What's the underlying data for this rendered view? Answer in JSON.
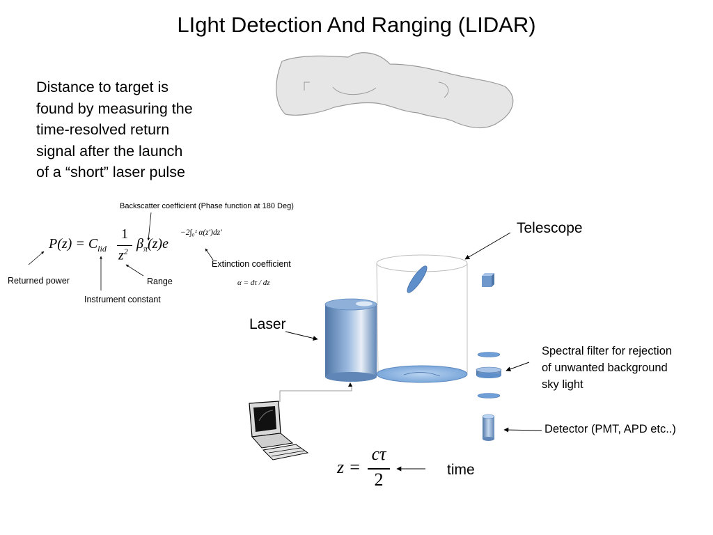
{
  "title": "LIght Detection And Ranging (LIDAR)",
  "description": [
    "Distance to target is",
    "found by measuring the",
    "time-resolved return",
    "signal after the launch",
    "of a “short” laser pulse"
  ],
  "lidar_equation": {
    "lhs": "P(z) = C",
    "lhs_sub": "lid",
    "frac_num": "1",
    "frac_den": "z",
    "frac_den_sup": "2",
    "beta": "β",
    "beta_sub": "π",
    "beta_arg": "(z)e",
    "exponent": "−2∫₀ᶻ α(z′)dz′",
    "alpha_def": "α = dτ / dz",
    "labels": {
      "backscatter": "Backscatter  coefficient  (Phase function at 180 Deg)",
      "extinction": "Extinction coefficient",
      "returned_power": "Returned power",
      "range": "Range",
      "instrument_constant": "Instrument constant"
    }
  },
  "range_equation": {
    "lhs": "z =",
    "num": "cτ",
    "den": "2",
    "label": "time"
  },
  "components": {
    "telescope": "Telescope",
    "laser": "Laser",
    "spectral_filter": [
      "Spectral filter for rejection",
      "of unwanted background",
      "sky light"
    ],
    "detector": "Detector (PMT, APD etc..)"
  },
  "colors": {
    "device_blue": "#7da6d6",
    "cloud_fill": "#e6e6e6",
    "cloud_stroke": "#9a9a9a"
  }
}
